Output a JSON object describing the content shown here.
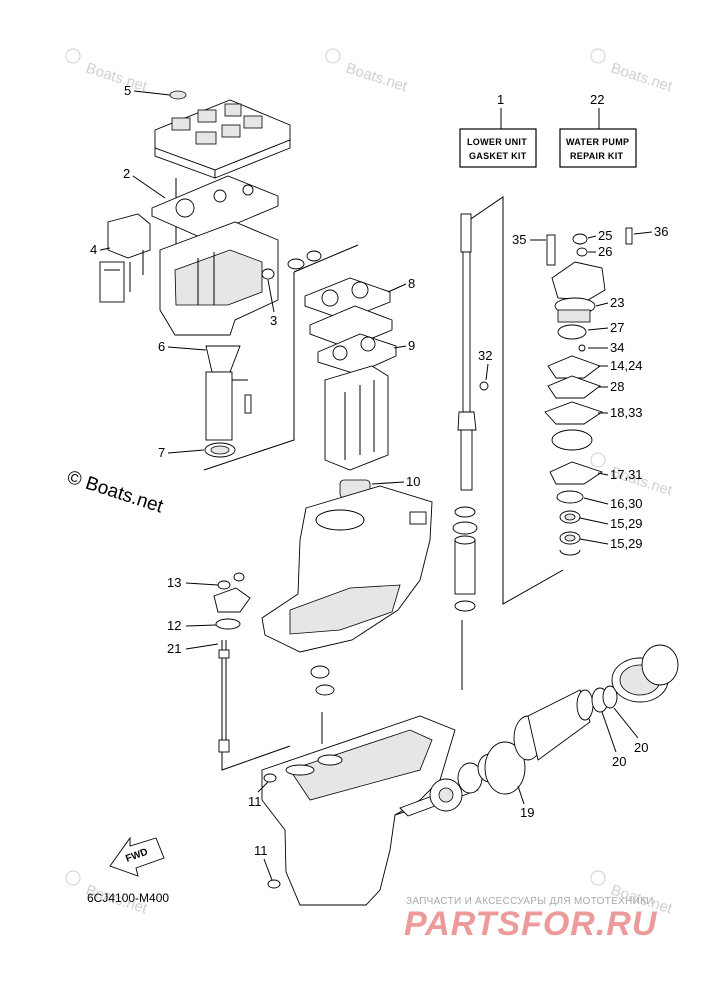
{
  "watermark": {
    "text": "© Boats.net",
    "tile": "Boats.net"
  },
  "copyright": "© Boats.net",
  "diagram_code": "6CJ4100-M400",
  "fwd_badge": "FWD",
  "kits": [
    {
      "ref": "1",
      "line1": "LOWER UNIT",
      "line2": "GASKET KIT"
    },
    {
      "ref": "22",
      "line1": "WATER PUMP",
      "line2": "REPAIR KIT"
    }
  ],
  "callouts": [
    "1",
    "2",
    "3",
    "4",
    "5",
    "6",
    "7",
    "8",
    "9",
    "10",
    "11",
    "11",
    "12",
    "13",
    "19",
    "20",
    "20",
    "21",
    "22",
    "23",
    "25",
    "26",
    "27",
    "28",
    "32",
    "34",
    "35",
    "36",
    "14,24",
    "15,29",
    "15,29",
    "16,30",
    "17,31",
    "18,33"
  ],
  "shop": {
    "subtitle": "ЗАПЧАСТИ И АКСЕССУАРЫ ДЛЯ МОТОТЕХНИКИ",
    "brand": "PARTSFOR.RU"
  },
  "colors": {
    "line": "#000000",
    "background": "#ffffff",
    "watermark": "#d0d0d0",
    "shop_brand": "#ec9a9a"
  }
}
